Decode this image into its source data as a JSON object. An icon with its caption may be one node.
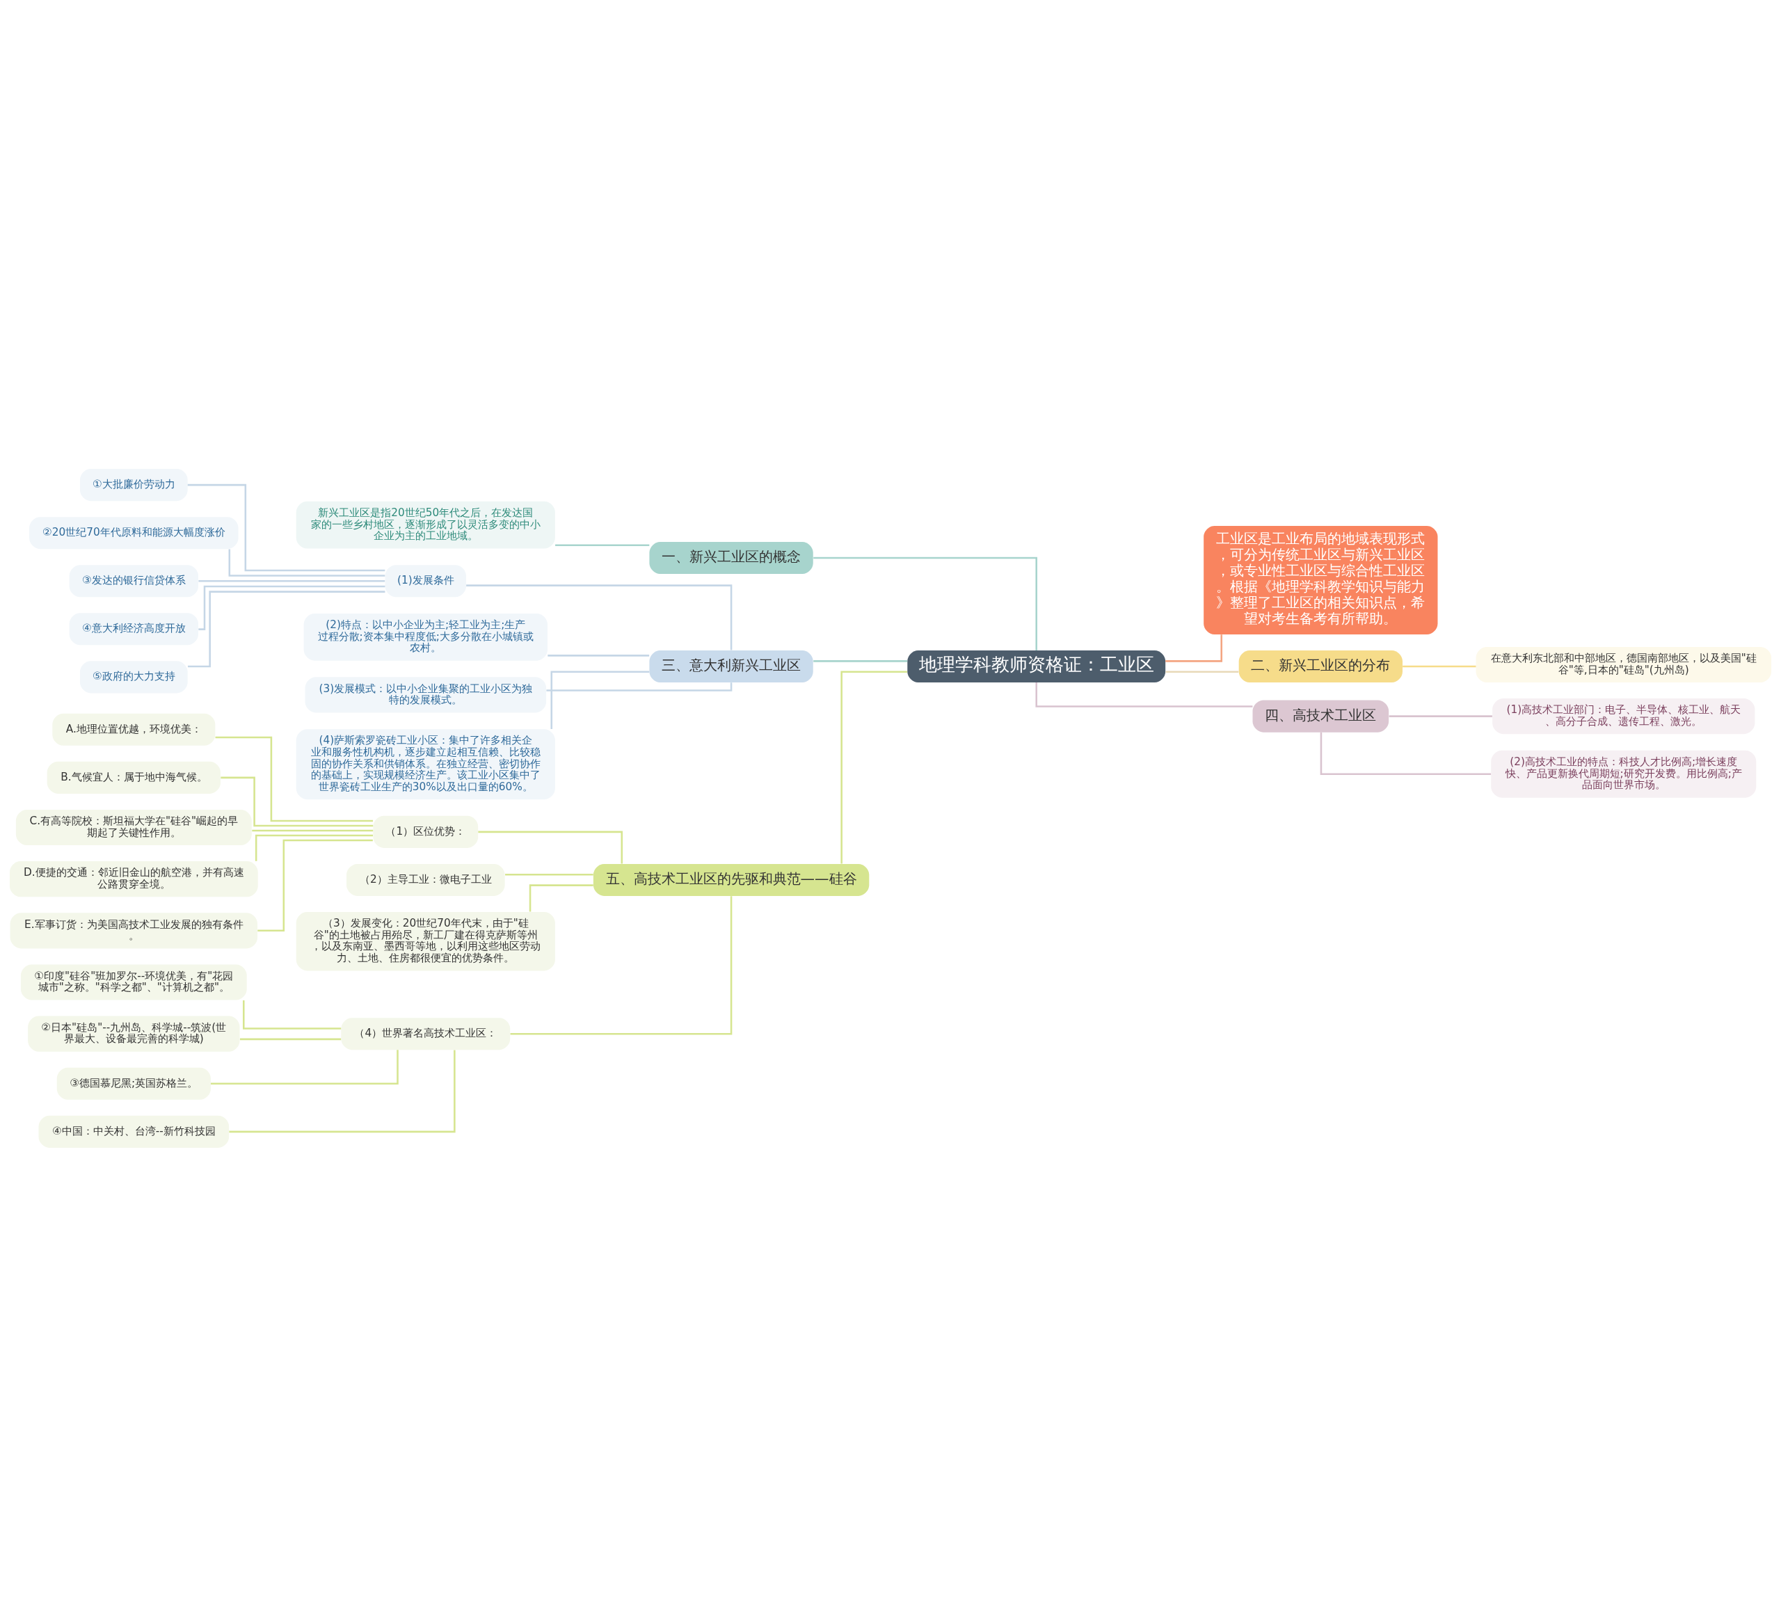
{
  "diagram": {
    "nodes": [
      {
        "text": [
          "地理学科教师资格证：工业区"
        ]
      },
      {
        "text": [
          "工业区是工业布局的地域表现形式，可分为传统工业区与新兴工业区，或专业性工业区与综合性工业区。根据《地理学科教学知识与能力》整理了工业区的相关知识点，希望对考生备考有所帮助。"
        ]
      },
      {
        "text": [
          "二、新兴工业区的分布"
        ]
      },
      {
        "text": [
          "在意大利东北部和中部地区，德国南部地区，以及美国\"硅谷\"等,日本的\"硅岛\"(九州岛)"
        ]
      },
      {
        "text": [
          "四、高技术工业区"
        ]
      },
      {
        "text": [
          "(1)高技术工业部门：电子、半导体、核工业、航天、高分子合成、遗传工程、激光。"
        ]
      },
      {
        "text": [
          "(2)高技术工业的特点：科技人才比例高;增长速度快、产品更新换代周期短;研究开发费。用比例高;产品面向世界市场。"
        ]
      },
      {
        "text": [
          "一、新兴工业区的概念"
        ]
      },
      {
        "text": [
          "新兴工业区是指20世纪50年代之后，在发达国家的一些乡村地区，逐渐形成了以灵活多变的中小企业为主的工业地域。"
        ]
      },
      {
        "text": [
          "三、意大利新兴工业区"
        ]
      },
      {
        "text": [
          "(1)发展条件"
        ]
      },
      {
        "text": [
          "①大批廉价劳动力"
        ]
      },
      {
        "text": [
          "②20世纪70年代原料和能源大幅度涨价"
        ]
      },
      {
        "text": [
          "③发达的银行信贷体系"
        ]
      },
      {
        "text": [
          "④意大利经济高度开放"
        ]
      },
      {
        "text": [
          "⑤政府的大力支持"
        ]
      },
      {
        "text": [
          "(2)特点：以中小企业为主;轻工业为主;生产过程分散;资本集中程度低;大多分散在小城镇或农村。"
        ]
      },
      {
        "text": [
          "(3)发展模式：以中小企业集聚的工业小区为独特的发展模式。"
        ]
      },
      {
        "text": [
          "(4)萨斯索罗瓷砖工业小区：集中了许多相关企业和服务性机构机，逐步建立起相互信赖、比较稳固的协作关系和供销体系。在独立经营、密切协作的基础上，实现规模经济生产。该工业小区集中了世界瓷砖工业生产的30%以及出口量的60%。"
        ]
      },
      {
        "text": [
          "五、高技术工业区的先驱和典范——硅谷"
        ]
      },
      {
        "text": [
          "（1）区位优势："
        ]
      },
      {
        "text": [
          "A.地理位置优越，环境优美："
        ]
      },
      {
        "text": [
          "B.气候宜人：属于地中海气候。"
        ]
      },
      {
        "text": [
          "C.有高等院校：斯坦福大学在\"硅谷\"崛起的早期起了关键性作用。"
        ]
      },
      {
        "text": [
          "D.便捷的交通：邻近旧金山的航空港，并有高速公路贯穿全境。"
        ]
      },
      {
        "text": [
          "E.军事订货：为美国高技术工业发展的独有条件。"
        ]
      },
      {
        "text": [
          "（2）主导工业：微电子工业"
        ]
      },
      {
        "text": [
          "（3）发展变化：20世纪70年代末，由于\"硅谷\"的土地被占用殆尽，新工厂建在得克萨斯等州，以及东南亚、墨西哥等地，以利用这些地区劳动力、土地、住房都很便宜的优势条件。"
        ]
      },
      {
        "text": [
          "（4）世界著名高技术工业区："
        ]
      },
      {
        "text": [
          "①印度\"硅谷\"班加罗尔--环境优美，有\"花园城市\"之称。\"科学之都\"、\"计算机之都\"。"
        ]
      },
      {
        "text": [
          "②日本\"硅岛\"--九州岛、科学城--筑波(世界最大、设备最完善的科学城)"
        ]
      },
      {
        "text": [
          "③德国慕尼黑;英国苏格兰。"
        ]
      },
      {
        "text": [
          "④中国：中关村、台湾--新竹科技园"
        ]
      }
    ],
    "edges": [
      {
        "from": 0,
        "to": 1,
        "arrow": "none",
        "color": "#f4a582"
      },
      {
        "from": 0,
        "to": 2,
        "arrow": "none",
        "color": "#e8d9b8"
      },
      {
        "from": 2,
        "to": 3,
        "arrow": "none",
        "color": "#f6dc8a"
      },
      {
        "from": 0,
        "to": 4,
        "arrow": "none",
        "color": "#d9c3cf"
      },
      {
        "from": 4,
        "to": 5,
        "arrow": "none",
        "color": "#d9c3cf"
      },
      {
        "from": 4,
        "to": 6,
        "arrow": "none",
        "color": "#d9c3cf"
      },
      {
        "from": 0,
        "to": 7,
        "arrow": "none",
        "color": "#a7d4cd"
      },
      {
        "from": 7,
        "to": 8,
        "arrow": "none",
        "color": "#a7d4cd"
      },
      {
        "from": 0,
        "to": 9,
        "arrow": "none",
        "color": "#a7d4cd"
      },
      {
        "from": 9,
        "to": 10,
        "arrow": "none",
        "color": "#c5d6e6"
      },
      {
        "from": 10,
        "to": 11,
        "arrow": "none",
        "color": "#c5d6e6"
      },
      {
        "from": 10,
        "to": 12,
        "arrow": "none",
        "color": "#c5d6e6"
      },
      {
        "from": 10,
        "to": 13,
        "arrow": "none",
        "color": "#c5d6e6"
      },
      {
        "from": 10,
        "to": 14,
        "arrow": "none",
        "color": "#c5d6e6"
      },
      {
        "from": 10,
        "to": 15,
        "arrow": "none",
        "color": "#c5d6e6"
      },
      {
        "from": 9,
        "to": 16,
        "arrow": "none",
        "color": "#c5d6e6"
      },
      {
        "from": 9,
        "to": 17,
        "arrow": "none",
        "color": "#c5d6e6"
      },
      {
        "from": 9,
        "to": 18,
        "arrow": "none",
        "color": "#c5d6e6"
      },
      {
        "from": 0,
        "to": 19,
        "arrow": "none",
        "color": "#d6e590"
      },
      {
        "from": 19,
        "to": 20,
        "arrow": "none",
        "color": "#d6e590"
      },
      {
        "from": 20,
        "to": 21,
        "arrow": "none",
        "color": "#d6e590"
      },
      {
        "from": 20,
        "to": 22,
        "arrow": "none",
        "color": "#d6e590"
      },
      {
        "from": 20,
        "to": 23,
        "arrow": "none",
        "color": "#d6e590"
      },
      {
        "from": 20,
        "to": 24,
        "arrow": "none",
        "color": "#d6e590"
      },
      {
        "from": 20,
        "to": 25,
        "arrow": "none",
        "color": "#d6e590"
      },
      {
        "from": 19,
        "to": 26,
        "arrow": "none",
        "color": "#d6e590"
      },
      {
        "from": 19,
        "to": 27,
        "arrow": "none",
        "color": "#d6e590"
      },
      {
        "from": 19,
        "to": 28,
        "arrow": "none",
        "color": "#d6e590"
      },
      {
        "from": 28,
        "to": 29,
        "arrow": "none",
        "color": "#d6e590"
      },
      {
        "from": 28,
        "to": 30,
        "arrow": "none",
        "color": "#d6e590"
      },
      {
        "from": 28,
        "to": 31,
        "arrow": "none",
        "color": "#d6e590"
      },
      {
        "from": 28,
        "to": 32,
        "arrow": "none",
        "color": "#d6e590"
      }
    ]
  }
}
